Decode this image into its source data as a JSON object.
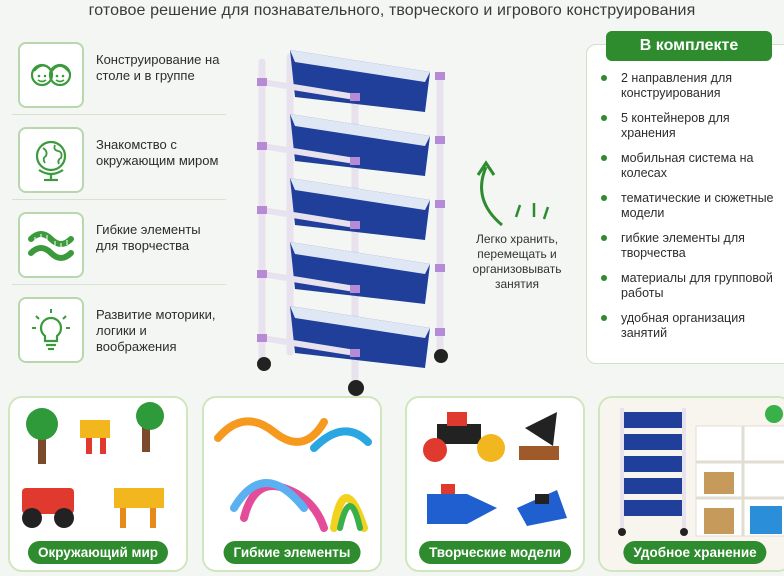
{
  "headline": "готовое решение для познавательного, творческого и игрового конструирования",
  "features": [
    {
      "icon": "children-faces-icon",
      "text": "Конструирование на столе и в группе"
    },
    {
      "icon": "globe-icon",
      "text": "Знакомство с окружающим миром"
    },
    {
      "icon": "flexible-tube-icon",
      "text": "Гибкие элементы для творчества"
    },
    {
      "icon": "lightbulb-icon",
      "text": "Развитие моторики, логики и воображения"
    }
  ],
  "caption": "Легко хранить, перемещать и организовывать занятия",
  "kit": {
    "title": "В комплекте",
    "items": [
      "2 направления для конструирования",
      "5 контейнеров для хранения",
      "мобильная система на колесах",
      "тематические и сюжетные модели",
      "гибкие элементы для творчества",
      "материалы для групповой работы",
      "удобная организация занятий"
    ]
  },
  "cards": [
    {
      "label": "Окружающий мир"
    },
    {
      "label": "Гибкие элементы"
    },
    {
      "label": "Творческие модели"
    },
    {
      "label": "Удобное хранение"
    }
  ],
  "colors": {
    "accent": "#2e8b2e",
    "container": "#1f3f9a",
    "rack_joint": "#b58ad6",
    "card_border": "#cfe6bf"
  }
}
